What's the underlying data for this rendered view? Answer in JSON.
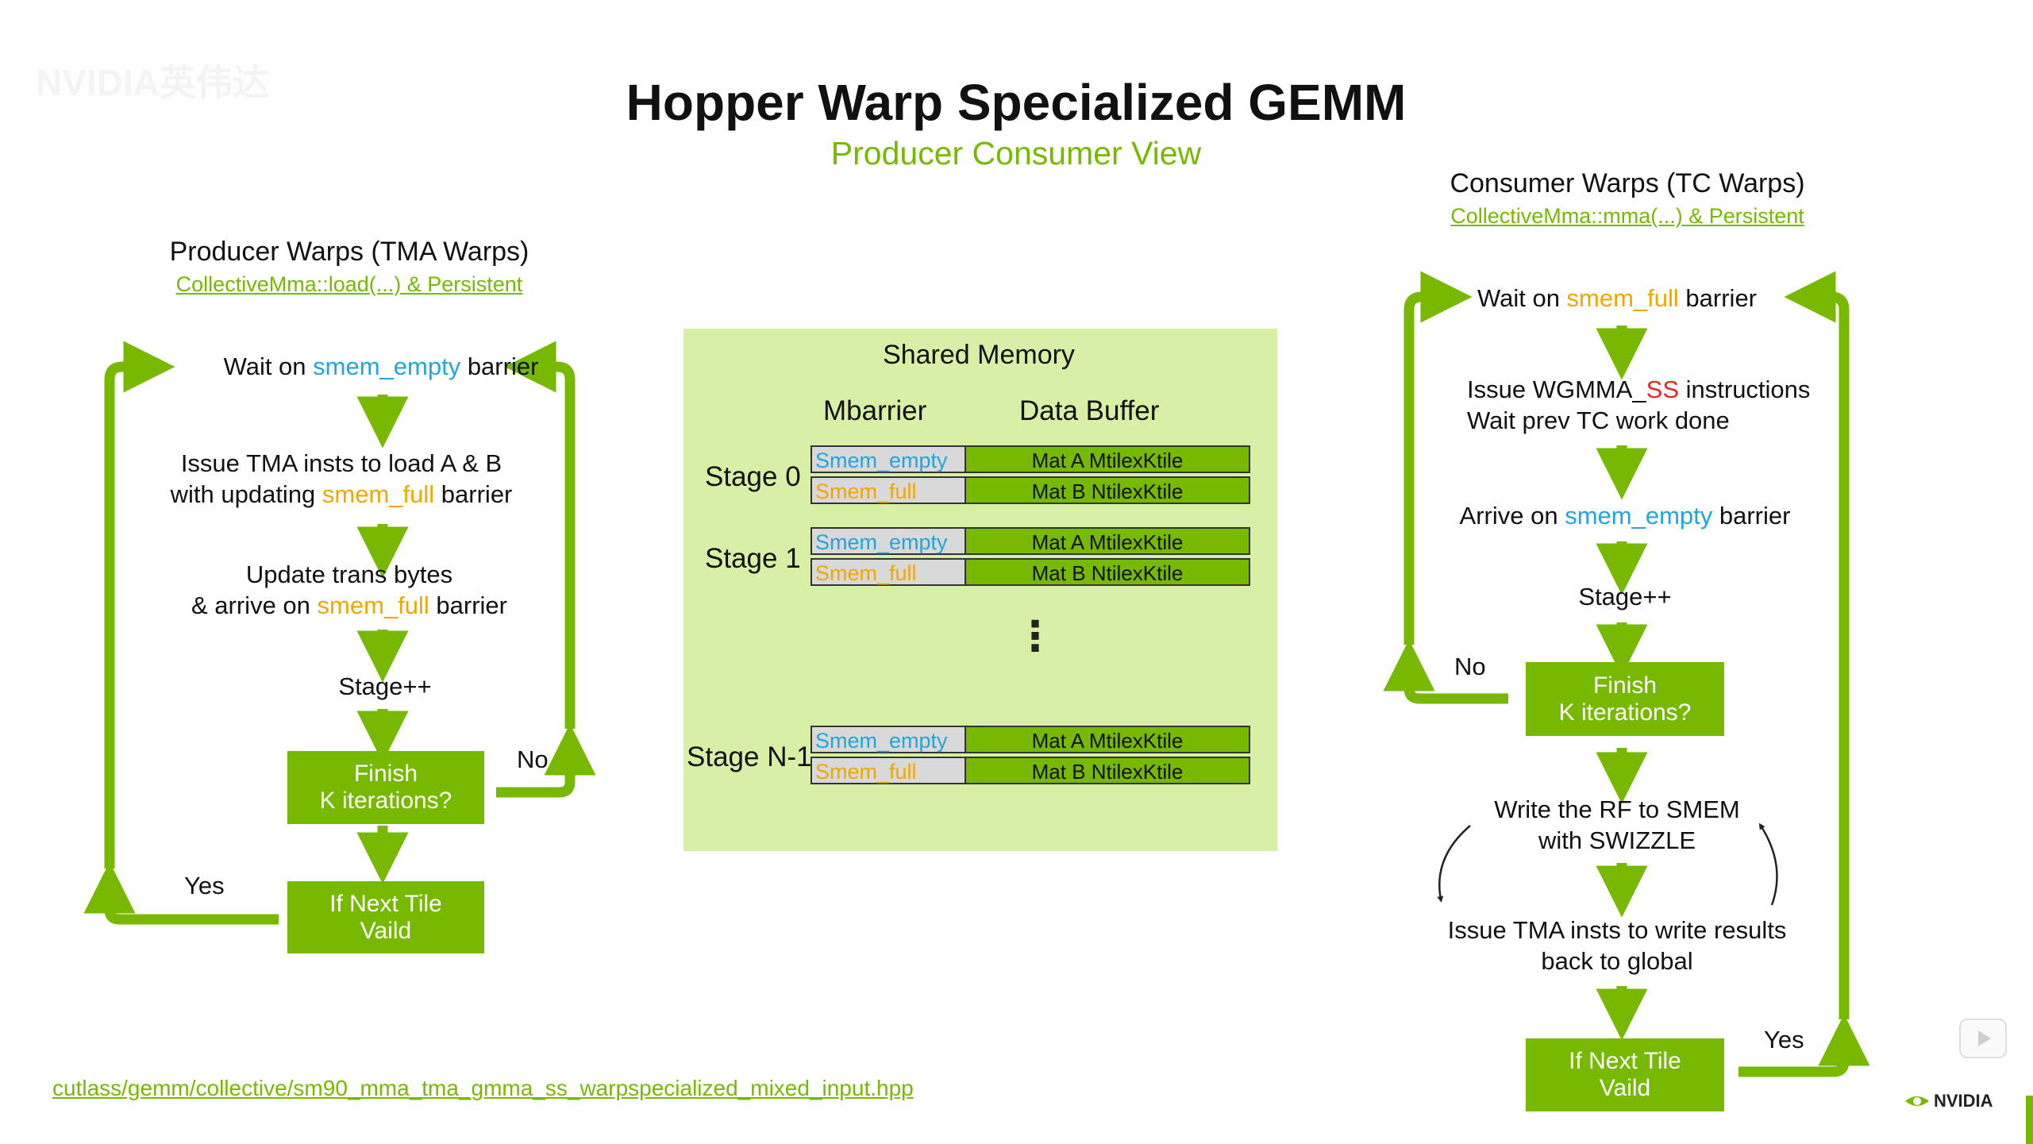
{
  "watermark": "NVIDIA英伟达",
  "title": "Hopper Warp Specialized GEMM",
  "subtitle": "Producer Consumer View",
  "colors": {
    "green": "#76b900",
    "blue": "#1fa6dc",
    "orange": "#f0a800",
    "red": "#e8261c"
  },
  "producer": {
    "header": "Producer Warps (TMA Warps)",
    "link": "CollectiveMma::load(...) & Persistent",
    "wait": {
      "pre": "Wait on ",
      "hl": "smem_empty",
      "post": " barrier"
    },
    "issue_line1": "Issue TMA insts to load A & B",
    "issue_line2": {
      "pre": "with updating ",
      "hl": "smem_full",
      "post": " barrier"
    },
    "update_line1": "Update trans bytes",
    "update_line2": {
      "pre": "& arrive on ",
      "hl": "smem_full",
      "post": " barrier"
    },
    "stage": "Stage++",
    "finish_line1": "Finish",
    "finish_line2": "K iterations?",
    "no": "No",
    "yes": "Yes",
    "next_line1": "If Next Tile",
    "next_line2": "Vaild"
  },
  "shared_memory": {
    "title": "Shared Memory",
    "col_mbarrier": "Mbarrier",
    "col_data": "Data Buffer",
    "ellipsis": "⋮",
    "stages": [
      {
        "label": "Stage 0",
        "empty": "Smem_empty",
        "full": "Smem_full",
        "mat_a": "Mat A MtilexKtile",
        "mat_b": "Mat B NtilexKtile"
      },
      {
        "label": "Stage 1",
        "empty": "Smem_empty",
        "full": "Smem_full",
        "mat_a": "Mat A MtilexKtile",
        "mat_b": "Mat B NtilexKtile"
      },
      {
        "label": "Stage N-1",
        "empty": "Smem_empty",
        "full": "Smem_full",
        "mat_a": "Mat A MtilexKtile",
        "mat_b": "Mat B NtilexKtile"
      }
    ]
  },
  "consumer": {
    "header": "Consumer Warps (TC Warps)",
    "link": "CollectiveMma::mma(...) & Persistent",
    "wait": {
      "pre": "Wait on ",
      "hl": "smem_full",
      "post": " barrier"
    },
    "wgmma_line1": {
      "pre": "Issue WGMMA_",
      "hl": "SS",
      "post": " instructions"
    },
    "wgmma_line2": "Wait prev TC work done",
    "arrive": {
      "pre": "Arrive on ",
      "hl": "smem_empty",
      "post": " barrier"
    },
    "stage": "Stage++",
    "no": "No",
    "finish_line1": "Finish",
    "finish_line2": "K iterations?",
    "write_line1": "Write the RF to SMEM",
    "write_line2": "with SWIZZLE",
    "tma_line1": "Issue TMA insts to write results",
    "tma_line2": "back to global",
    "yes": "Yes",
    "next_line1": "If Next Tile",
    "next_line2": "Vaild"
  },
  "footer_link": "cutlass/gemm/collective/sm90_mma_tma_gmma_ss_warpspecialized_mixed_input.hpp",
  "logo_text": "NVIDIA",
  "icons": {
    "play": "play-icon",
    "nvidia_logo": "nvidia-eye-logo"
  }
}
